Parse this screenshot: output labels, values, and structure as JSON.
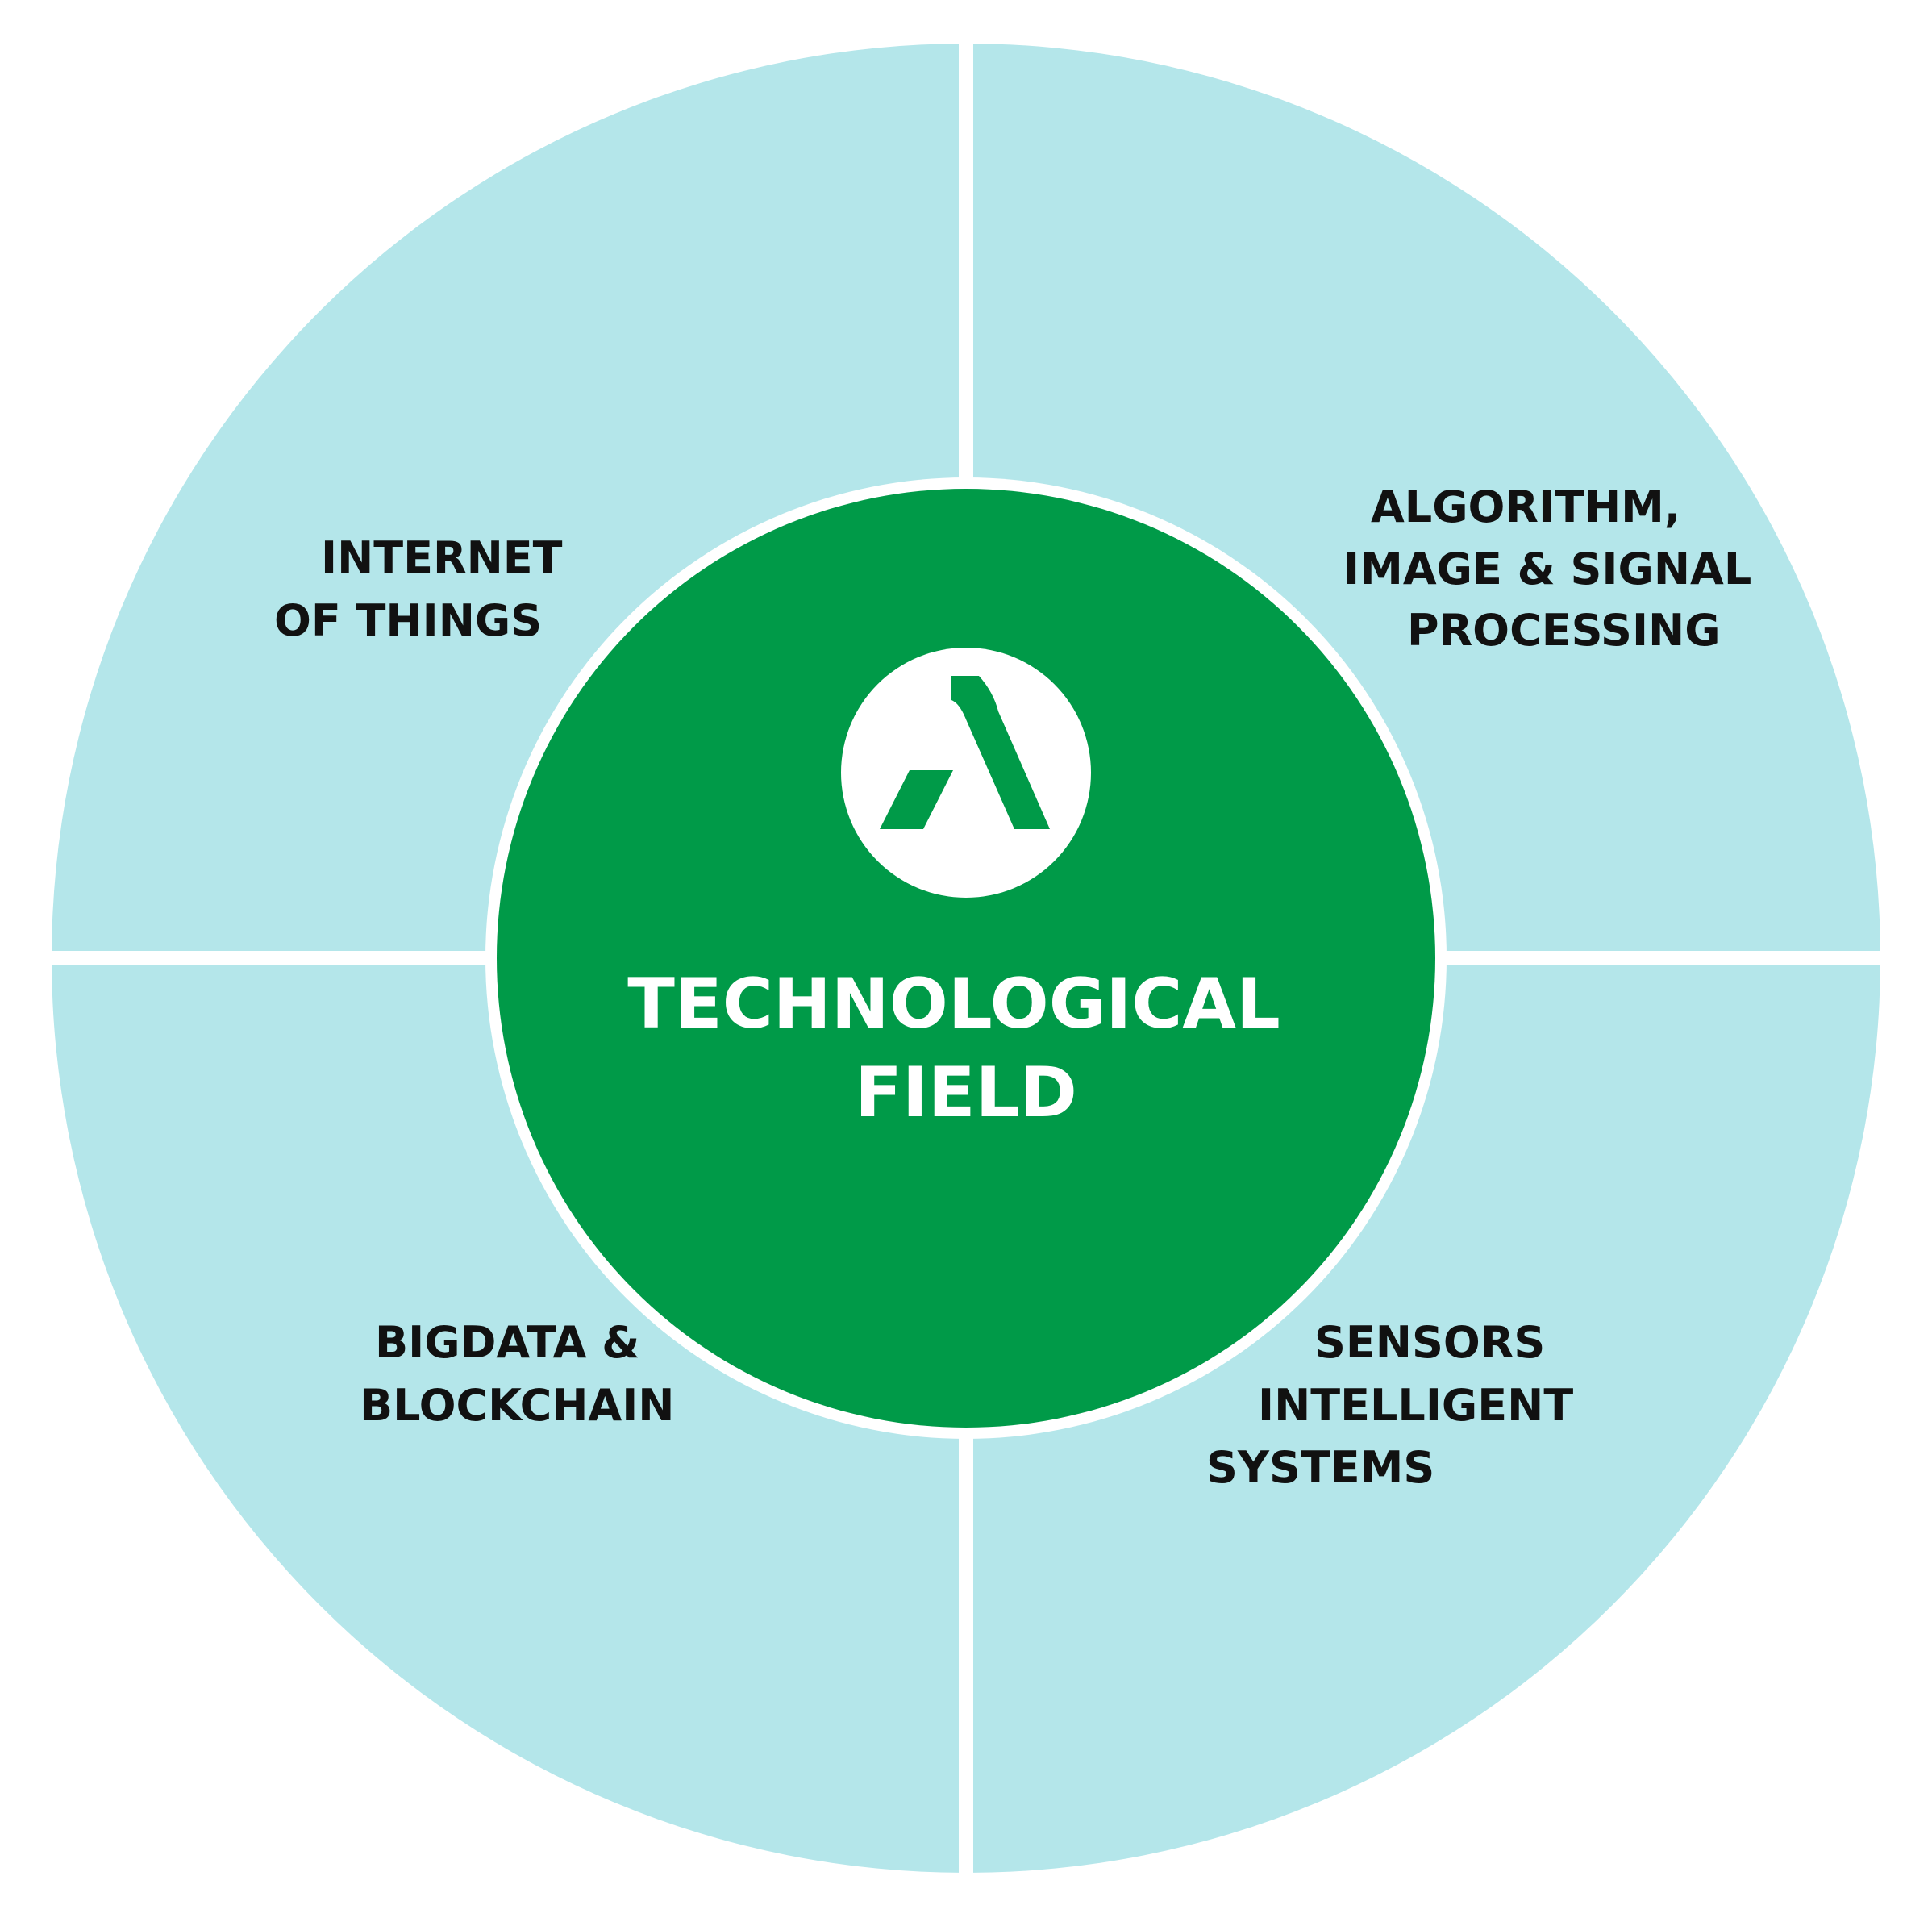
{
  "colors": {
    "quadrant_fill": "#B4E6EA",
    "center_fill": "#009A48",
    "divider": "#FFFFFF",
    "logo_circle": "#FFFFFF",
    "logo_mark": "#009A48",
    "label_text": "#111111",
    "center_text": "#FFFFFF"
  },
  "center": {
    "logo_icon": "stylized-a-logo-icon",
    "title_lines": [
      "TECHNOLOGICAL",
      "FIELD"
    ]
  },
  "quadrants": {
    "top_left": {
      "lines": [
        "INTERNET",
        "OF THINGS"
      ]
    },
    "top_right": {
      "lines": [
        "ALGORITHM,",
        "IMAGE & SIGNAL",
        "PROCESSING"
      ]
    },
    "bottom_left": {
      "lines": [
        "BIGDATA &",
        "BLOCKCHAIN"
      ]
    },
    "bottom_right": {
      "lines": [
        "SENSORS",
        "INTELLIGENT",
        "SYSTEMS"
      ]
    }
  }
}
